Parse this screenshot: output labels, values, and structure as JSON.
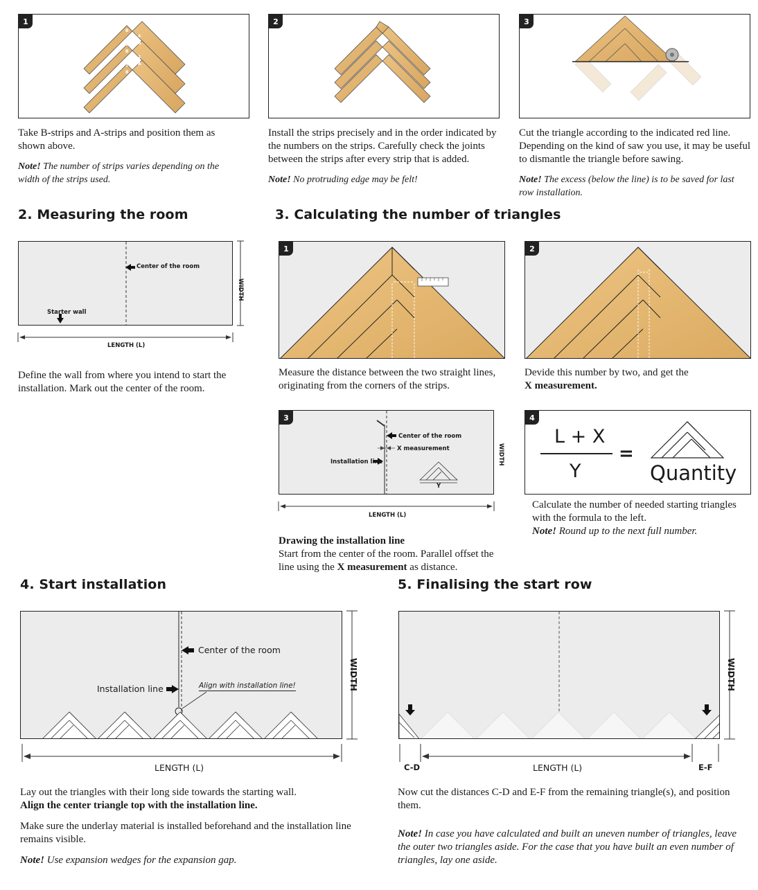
{
  "step1": {
    "panels": [
      {
        "badge": "1",
        "text": "Take B-strips and A-strips and position them as shown above.",
        "note_label": "Note!",
        "note": " The number of strips varies depending on the width of the strips used.",
        "strip_labels": [
          "5",
          "B",
          "4",
          "A",
          "3",
          "B",
          "2",
          "A",
          "1",
          "B"
        ]
      },
      {
        "badge": "2",
        "text": "Install the strips precisely and in the order indicated by the numbers on the strips. Carefully check the joints between the strips after every strip that is added.",
        "note_label": "Note!",
        "note": " No protruding edge may be felt!"
      },
      {
        "badge": "3",
        "text": "Cut the triangle according to the indicated red line. Depending on the kind of saw you use, it may be useful to dismantle the triangle before sawing.",
        "note_label": "Note!",
        "note": " The excess (below the line) is to be saved for last row installation."
      }
    ]
  },
  "section2": {
    "title": "2. Measuring the room",
    "center_label": "Center of the room",
    "starter_label": "Starter wall",
    "width_label": "WIDTH",
    "length_label": "LENGTH (L)",
    "text": "Define the wall from where you intend to start the installation. Mark out the center of the room."
  },
  "section3": {
    "title": "3. Calculating the number of triangles",
    "p1": {
      "badge": "1",
      "text": "Measure the distance between the two straight lines, originating from the corners of the strips."
    },
    "p2": {
      "badge": "2",
      "text_a": "Devide this number by two, and get the",
      "text_b": "X measurement."
    },
    "p3": {
      "badge": "3",
      "center_label": "Center of the room",
      "x_label": "X measurement",
      "install_label": "Installation line",
      "y_label": "Y",
      "width_label": "WIDTH",
      "length_label": "LENGTH (L)",
      "heading": "Drawing the installation line",
      "text_a": "Start from the center of the room. Parallel offset the line using the",
      "text_bold": "X measurement",
      "text_b": " as distance."
    },
    "p4": {
      "badge": "4",
      "numerator": "L + X",
      "denominator": "Y",
      "equals": "=",
      "result": "Quantity",
      "text": "Calculate the number of needed starting triangles with the formula to the left.",
      "note_label": "Note!",
      "note": " Round up to the next full number."
    }
  },
  "section4": {
    "title": "4. Start installation",
    "center_label": "Center of the room",
    "install_label": "Installation line",
    "align_label": "Align with installation line!",
    "width_label": "WIDTH",
    "length_label": "LENGTH (L)",
    "text_a": "Lay out the triangles with their long side towards the starting wall.",
    "text_bold": "Align the center triangle top with the installation line.",
    "text_c": "Make sure the underlay material is installed beforehand and the installation line remains visible.",
    "note_label": "Note!",
    "note": " Use expansion wedges for the expansion gap."
  },
  "section5": {
    "title": "5. Finalising the start row",
    "width_label": "WIDTH",
    "length_label": "LENGTH (L)",
    "cd_label": "C-D",
    "ef_label": "E-F",
    "text": "Now cut the distances C-D and E-F from the remaining triangle(s), and position them.",
    "note_label": "Note!",
    "note": " In case you have calculated and built an uneven number of triangles, leave the outer two triangles aside. For the case that you have built an even number of triangles, lay one aside."
  },
  "colors": {
    "wood": "#e2b46a",
    "wood_dark": "#c8944a",
    "panel_grey": "#ececec",
    "ink": "#1a1a1a"
  }
}
